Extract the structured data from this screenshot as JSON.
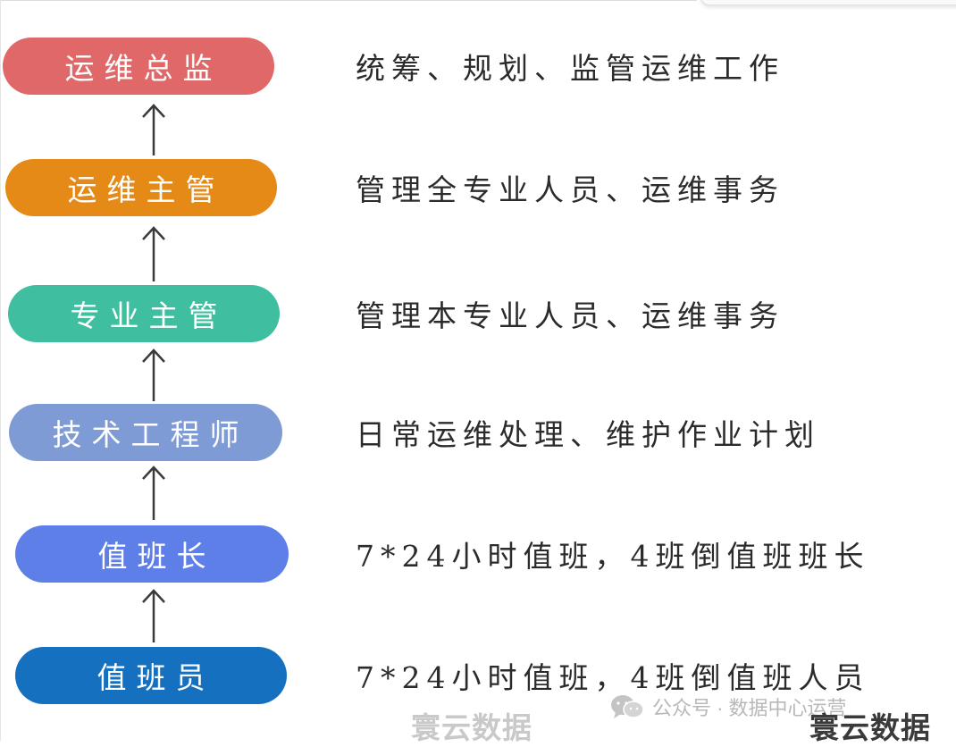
{
  "levels": [
    {
      "role": "运维总监",
      "desc": "统筹、规划、监管运维工作",
      "color": "#e16868"
    },
    {
      "role": "运维主管",
      "desc": "管理全专业人员、运维事务",
      "color": "#e58a17"
    },
    {
      "role": "专业主管",
      "desc": "管理本专业人员、运维事务",
      "color": "#3fbf9f"
    },
    {
      "role": "技术工程师",
      "desc": "日常运维处理、维护作业计划",
      "color": "#7f9bd6"
    },
    {
      "role": "值班长",
      "desc": "7*24小时值班，4班倒值班班长",
      "color": "#5f7fe8"
    },
    {
      "role": "值班员",
      "desc": "7*24小时值班，4班倒值班人员",
      "color": "#1570c0"
    }
  ],
  "arrow_color": "#3a3a3a",
  "watermark": {
    "account": "公众号 · 数据中心运营",
    "icon": "wechat-icon"
  },
  "brand": {
    "left": "寰云数据",
    "right": "寰云数据"
  }
}
